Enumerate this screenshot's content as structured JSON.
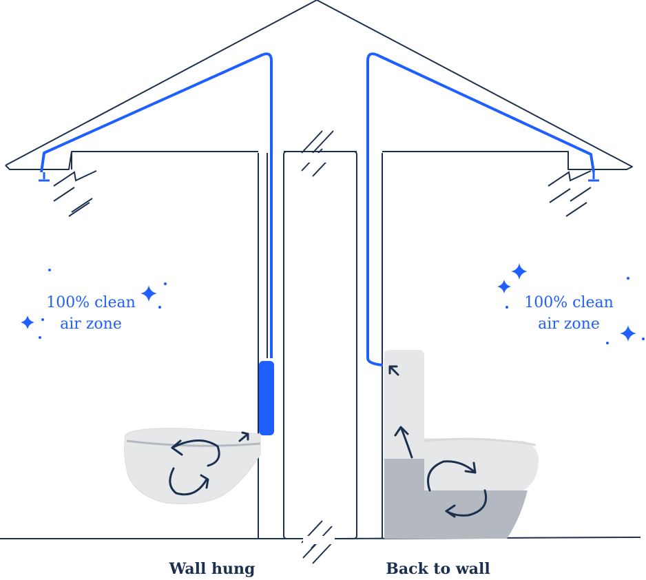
{
  "left_zone": {
    "line1": "100% clean",
    "line2": "air zone"
  },
  "right_zone": {
    "line1": "100% clean",
    "line2": "air zone"
  },
  "captions": {
    "left": "Wall hung",
    "right": "Back to wall"
  },
  "colors": {
    "outline": "#1B2F4E",
    "accent_blue": "#1F5EFF",
    "toilet_light": "#E6E7E9",
    "toilet_shadow": "#B4B9C1"
  }
}
